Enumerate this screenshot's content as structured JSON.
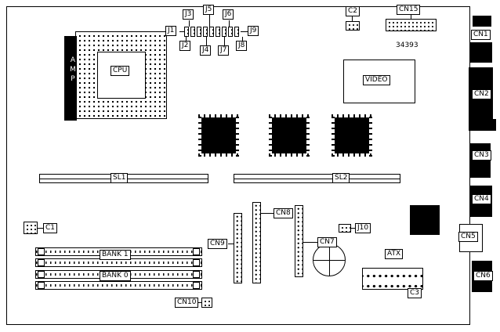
{
  "diagram": {
    "labels": {
      "j1": "J1",
      "j2": "J2",
      "j3": "J3",
      "j4": "J4",
      "j5": "J5",
      "j6": "J6",
      "j7": "J7",
      "j8": "J8",
      "j9": "J9",
      "j10": "J10",
      "cn1": "CN1",
      "cn2": "CN2",
      "cn3": "CN3",
      "cn4": "CN4",
      "cn5": "CN5",
      "cn6": "CN6",
      "cn7": "CN7",
      "cn8": "CN8",
      "cn9": "CN9",
      "cn10": "CN10",
      "cn15": "CN15",
      "c1": "C1",
      "c2": "C2",
      "c3": "C3",
      "cpu": "CPU",
      "amp": "AMP",
      "video": "VIDEO",
      "sl1": "SL1",
      "sl2": "SL2",
      "bank1": "BANK 1",
      "bank0": "BANK 0",
      "atx": "ATX",
      "board_number": "34393"
    }
  }
}
